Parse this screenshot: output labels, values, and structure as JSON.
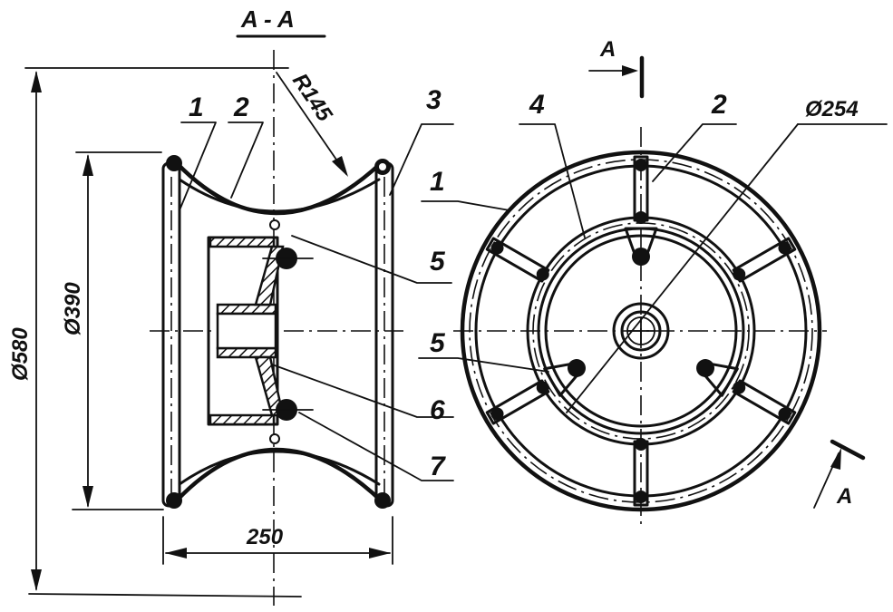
{
  "section_view": {
    "title": "A - A",
    "dimensions": {
      "outer_diameter": "Ø580",
      "rim_diameter": "Ø390",
      "width": "250",
      "radius": "R145"
    },
    "callouts": [
      "1",
      "2",
      "3",
      "5",
      "6",
      "7"
    ]
  },
  "front_view": {
    "section_marker_top": "A",
    "section_marker_bottom": "A",
    "dimensions": {
      "hub_circle_diameter": "Ø254"
    },
    "callouts": [
      "1",
      "2",
      "4",
      "5"
    ]
  },
  "colors": {
    "ink": "#111111",
    "paper": "#ffffff"
  }
}
